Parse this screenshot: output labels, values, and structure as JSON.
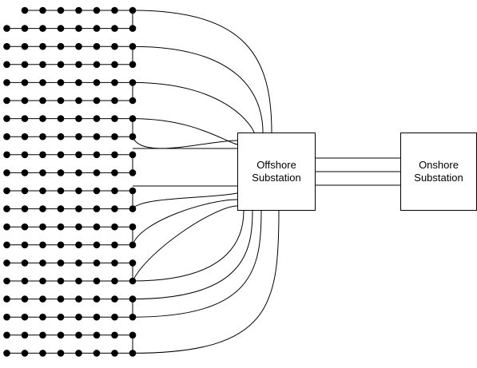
{
  "offshore": {
    "line1": "Offshore",
    "line2": "Substation"
  },
  "onshore": {
    "line1": "Onshore",
    "line2": "Substation"
  },
  "wind_farm": {
    "rows": 20,
    "turbines_per_row": 7,
    "string_pairs": 10
  },
  "export_cables": 3
}
